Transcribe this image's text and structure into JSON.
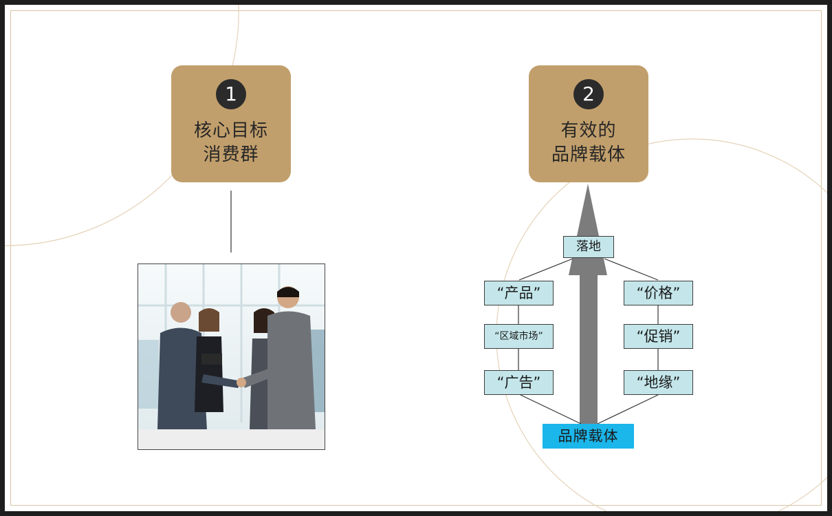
{
  "card1": {
    "number": "1",
    "line1": "核心目标",
    "line2": "消费群"
  },
  "card2": {
    "number": "2",
    "line1": "有效的",
    "line2": "品牌载体"
  },
  "photo": {
    "icon": "business-handshake-photo"
  },
  "diagram": {
    "top": "落地",
    "left": [
      "“产品”",
      "“区域市场”",
      "“广告”"
    ],
    "right": [
      "“价格”",
      "“促销”",
      "“地缘”"
    ],
    "base": "品牌载体"
  },
  "colors": {
    "card": "#c19f6c",
    "box": "#c4e6ea",
    "base": "#1bb6ea",
    "arrow": "#7c7c7c"
  }
}
